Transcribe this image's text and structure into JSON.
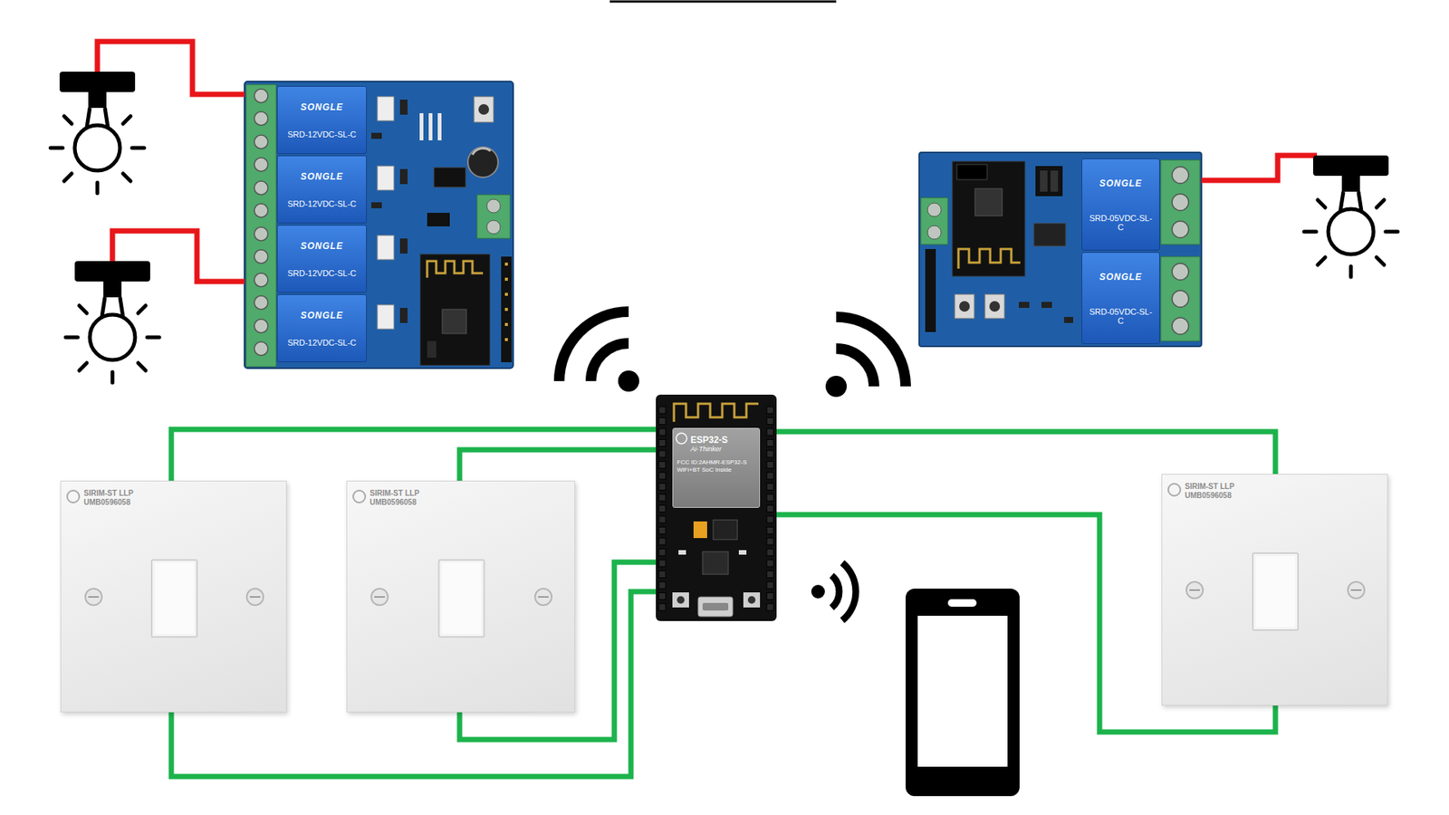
{
  "diagram": {
    "nodes": [
      {
        "text": [
          "SONGLE",
          "SRD-12VDC-SL-C"
        ]
      },
      {
        "text": [
          "SONGLE",
          "SRD-12VDC-SL-C"
        ]
      },
      {
        "text": [
          "SONGLE",
          "SRD-12VDC-SL-C"
        ]
      },
      {
        "text": [
          "SONGLE",
          "SRD-12VDC-SL-C"
        ]
      },
      {
        "text": [
          "SONGLE",
          "SRD-05VDC-SL-C"
        ]
      },
      {
        "text": [
          "SONGLE",
          "SRD-05VDC-SL-C"
        ]
      },
      {
        "text": [
          "ESP32-S",
          "Ai-Thinker",
          "FCC ID:2AHMR-ESP32-S",
          "WiFi+BT SoC Inside"
        ]
      },
      {
        "text": [
          "SIRIM-ST LLP UMB0596058"
        ]
      },
      {
        "text": [
          "SIRIM-ST LLP UMB0596058"
        ]
      },
      {
        "text": [
          "SIRIM-ST LLP UMB0596058"
        ]
      }
    ],
    "edges": [
      {
        "from": 7,
        "to": 6,
        "arrow": "none"
      },
      {
        "from": 7,
        "to": 6,
        "arrow": "none"
      },
      {
        "from": 8,
        "to": 6,
        "arrow": "none"
      },
      {
        "from": 8,
        "to": 6,
        "arrow": "none"
      },
      {
        "from": 9,
        "to": 6,
        "arrow": "none"
      },
      {
        "from": 9,
        "to": 6,
        "arrow": "none"
      }
    ]
  }
}
